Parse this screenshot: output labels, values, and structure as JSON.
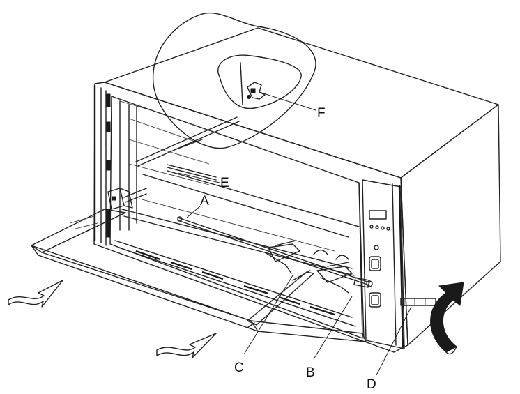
{
  "labels": {
    "a": "A",
    "b": "B",
    "c": "C",
    "d": "D",
    "e": "E",
    "f": "F"
  },
  "colors": {
    "line": "#222222",
    "fill_dark": "#1a1a1a",
    "background": "#ffffff"
  }
}
